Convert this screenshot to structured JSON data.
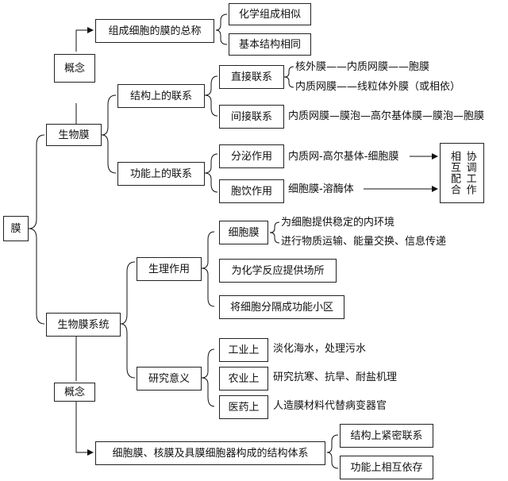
{
  "root": "膜",
  "membrane": {
    "label": "生物膜",
    "concept_label": "概念",
    "summary": "组成细胞的膜的总称",
    "summary_points": [
      "化学组成相似",
      "基本结构相同"
    ],
    "structural": {
      "label": "结构上的联系",
      "direct": {
        "label": "直接联系",
        "items": [
          "核外膜——内质网膜——胞膜",
          "内质网膜——线粒体外膜（或相依）"
        ]
      },
      "indirect": {
        "label": "间接联系",
        "item": "内质网膜—膜泡—高尔基体膜—膜泡—胞膜"
      }
    },
    "functional": {
      "label": "功能上的联系",
      "secretion": {
        "label": "分泌作用",
        "item": "内质网-高尔基体-细胞膜"
      },
      "pinocytosis": {
        "label": "胞饮作用",
        "item": "细胞膜-溶酶体"
      },
      "coordination": {
        "col1": "协调工作",
        "col2": "相互配合"
      }
    }
  },
  "system": {
    "label": "生物膜系统",
    "concept_label": "概念",
    "definition": "细胞膜、核膜及具膜细胞器构成的结构体系",
    "definition_points": [
      "结构上紧密联系",
      "功能上相互依存"
    ],
    "physiology": {
      "label": "生理作用",
      "cell_membrane": {
        "label": "细胞膜",
        "items": [
          "为细胞提供稳定的内环境",
          "进行物质运输、能量交换、信息传递"
        ]
      },
      "reaction_site": "为化学反应提供场所",
      "compartments": "将细胞分隔成功能小区"
    },
    "research": {
      "label": "研究意义",
      "industry": {
        "label": "工业上",
        "item": "淡化海水，处理污水"
      },
      "agriculture": {
        "label": "农业上",
        "item": "研究抗寒、抗旱、耐盐机理"
      },
      "medicine": {
        "label": "医药上",
        "item": "人造膜材料代替病变器官"
      }
    }
  }
}
